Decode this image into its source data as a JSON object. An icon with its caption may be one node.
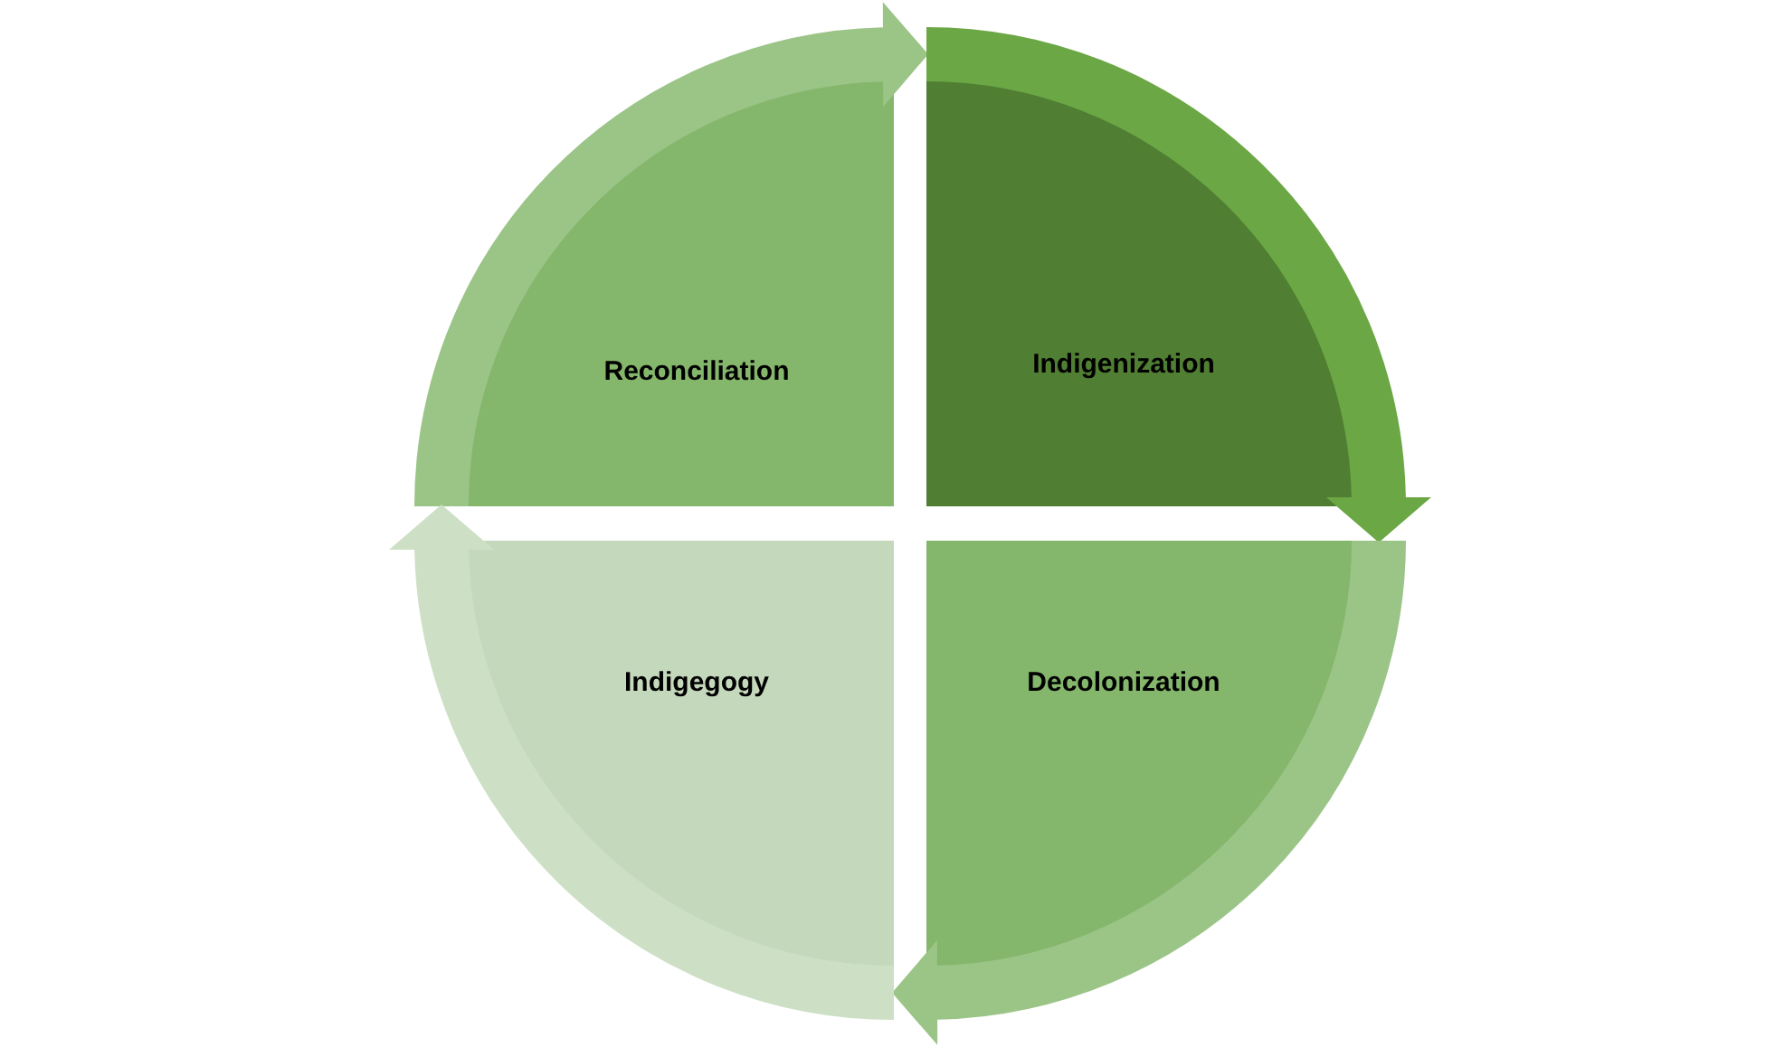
{
  "diagram": {
    "nodes": [
      {
        "text": [
          "Reconciliation"
        ]
      },
      {
        "text": [
          "Indigenization"
        ]
      },
      {
        "text": [
          "Indigegogy"
        ]
      },
      {
        "text": [
          "Decolonization"
        ]
      }
    ],
    "edges": [
      {
        "from": 0,
        "to": 1,
        "arrow": "to",
        "color": "#9bc487"
      },
      {
        "from": 1,
        "to": 3,
        "arrow": "to",
        "color": "#6ba744"
      },
      {
        "from": 3,
        "to": 2,
        "arrow": "to",
        "color": "#9bc487"
      },
      {
        "from": 2,
        "to": 0,
        "arrow": "to",
        "color": "#cde0c5"
      }
    ]
  }
}
